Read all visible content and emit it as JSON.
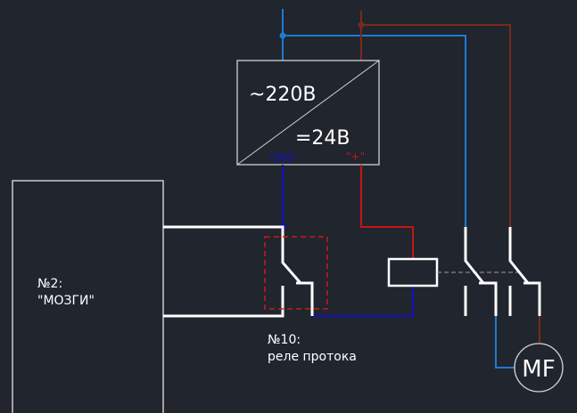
{
  "colors": {
    "background": "#21252d",
    "neutral_wire": "#1e7ad6",
    "phase_wire": "#7a2a1a",
    "gnd_wire": "#1010c8",
    "plus_wire": "#c81414",
    "component": "#ffffff"
  },
  "power_supply": {
    "input_label": "~220В",
    "output_label": "=24В",
    "gnd_label": "GND",
    "plus_label": "\"+\""
  },
  "controller": {
    "number": "№2:",
    "name": "\"МОЗГИ\""
  },
  "flow_relay": {
    "number": "№10:",
    "name": "реле протока"
  },
  "motor": {
    "label": "MF"
  }
}
